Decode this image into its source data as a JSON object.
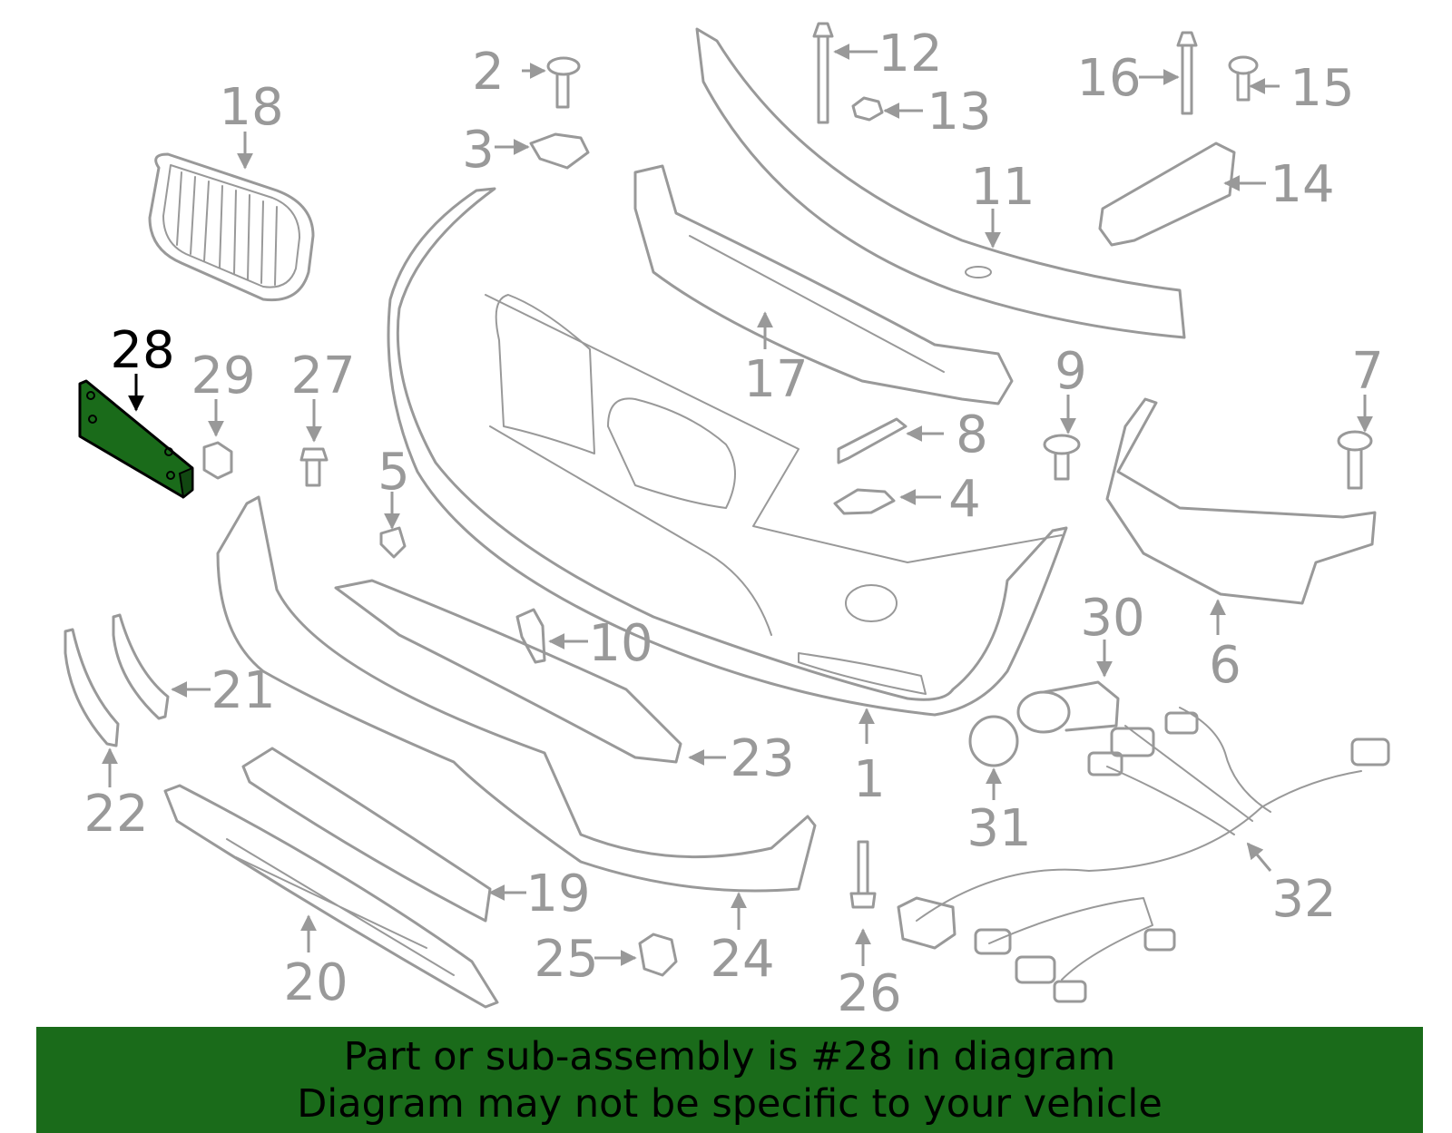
{
  "diagram": {
    "highlight_color": "#1a6b1a",
    "line_color": "#999999",
    "highlighted_part": "28",
    "callouts": [
      "1",
      "2",
      "3",
      "4",
      "5",
      "6",
      "7",
      "8",
      "9",
      "10",
      "11",
      "12",
      "13",
      "14",
      "15",
      "16",
      "17",
      "18",
      "19",
      "20",
      "21",
      "22",
      "23",
      "24",
      "25",
      "26",
      "27",
      "28",
      "29",
      "30",
      "31",
      "32"
    ]
  },
  "banner": {
    "line1": "Part or sub-assembly is #28 in diagram",
    "line2": "Diagram may not be specific to your vehicle",
    "background": "#1a6b1a",
    "text_color": "#000000"
  }
}
